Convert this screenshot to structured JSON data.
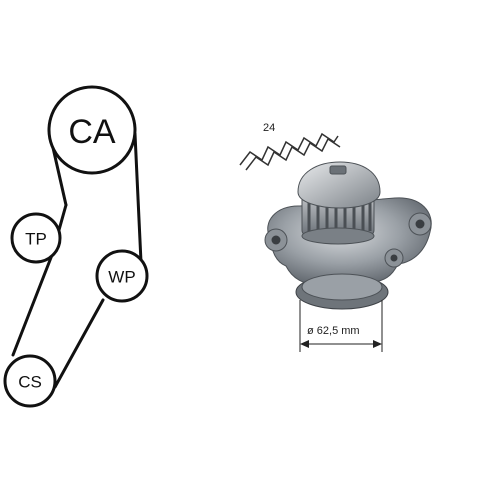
{
  "belt_diagram": {
    "pulleys": [
      {
        "id": "ca",
        "label": "CA"
      },
      {
        "id": "tp",
        "label": "TP"
      },
      {
        "id": "wp",
        "label": "WP"
      },
      {
        "id": "cs",
        "label": "CS"
      }
    ]
  },
  "pump_photo": {
    "teeth_count_label": "24",
    "diameter_label": "ø 62,5 mm"
  }
}
